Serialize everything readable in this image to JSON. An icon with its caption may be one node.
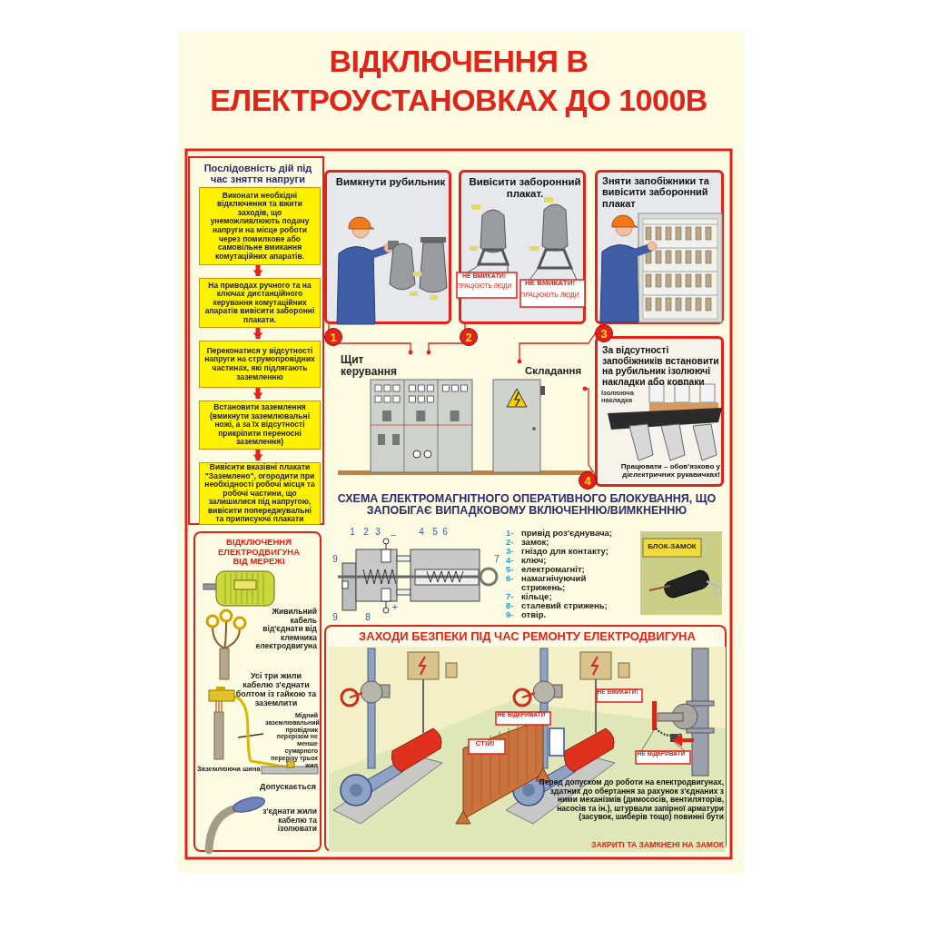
{
  "diagram": {
    "title": "ВІДКЛЮЧЕННЯ В ЕЛЕКТРОУСТАНОВКАХ ДО 1000В",
    "nodes": [
      {
        "text": [
          "Послідовність дій під час зняття напруги"
        ]
      },
      {
        "text": [
          "Виконати необхідні відключення та вжити заходів, що унеможливлюють подачу напруги на місце роботи через помилкове або самовільне вмикання комутаційних апаратів."
        ],
        "in": 0
      },
      {
        "text": [
          "На приводах ручного та на ключах дистанційного керування комутаційних апаратів вивісити заборонні плакати."
        ],
        "in": 0
      },
      {
        "text": [
          "Переконатися у відсутності напруги на струмопровідних частинах, які підлягають заземленню"
        ],
        "in": 0
      },
      {
        "text": [
          "Встановити заземлення (вмикнути заземлювальні ножі, а за їх відсутності прикріпити переносні заземлення)"
        ],
        "in": 0
      },
      {
        "text": [
          "Вивісити вказівні плакати \"Заземлено\", огородити при необхідності робочі місця та робочі частини, що залишилися під напругою, вивісити попереджувальні та приписуючі плакати"
        ],
        "in": 0
      },
      {
        "text": [
          "Вимкнути рубильник"
        ],
        "beside": [
          "1"
        ]
      },
      {
        "text": [
          "Вивісити заборонний плакат."
        ],
        "beside": [
          "2"
        ]
      },
      {
        "text": [
          "Зняти запобіжники та вивісити заборонний плакат"
        ],
        "beside": [
          "3"
        ]
      },
      {
        "text": [
          "За відсутності запобіжників встановити на рубильник ізолюючі накладки або ковпаки",
          "Ізолююча накладка",
          "Працювати – обов'язково у діелектричних рукавичках!"
        ],
        "beside": [
          "4"
        ]
      },
      {
        "text": [
          "Щит керування"
        ]
      },
      {
        "text": [
          "Складання"
        ]
      },
      {
        "text": [
          "ВІДКЛЮЧЕННЯ ЕЛЕКТРОДВИГУНА ВІД МЕРЕЖІ",
          "Живильний кабель від'єднати від клемника електродвигуна",
          "Усі три жили кабелю з'єднати болтом із гайкою та заземлити",
          "Заземлююча шина",
          "Допускається",
          "з'єднати жили кабелю та ізолювати"
        ]
      },
      {
        "text": [
          "Мідний заземлювальний провідник перерізом не менше сумарного перерізу трьох жил"
        ],
        "in": 12
      },
      {
        "text": [],
        "shape": "picture",
        "in": 12
      },
      {
        "text": [
          "ЗАХОДИ БЕЗПЕКИ ПІД ЧАС РЕМОНТУ ЕЛЕКТРОДВИГУНА",
          "Перед допуском до роботи на електродвигунах, здатних до обертання за рахунок з'єднаних з ними механізмів (димососів, вентиляторів, насосів та ін.), штурвали запірної арматури (засувок, шиберів тощо) повинні бути",
          "ЗАКРИТІ ТА ЗАМКНЕНІ НА ЗАМОК"
        ]
      }
    ],
    "edges": [
      {
        "from": 1,
        "to": 2,
        "arrow": "to",
        "style": "thick"
      },
      {
        "from": 2,
        "to": 3,
        "arrow": "to",
        "style": "thick"
      },
      {
        "from": 3,
        "to": 4,
        "arrow": "to",
        "style": "thick"
      },
      {
        "from": 4,
        "to": 5,
        "arrow": "to",
        "style": "thick"
      },
      {
        "from": 6,
        "to": 10,
        "arrow": "other"
      },
      {
        "from": 7,
        "to": 10,
        "arrow": "other"
      },
      {
        "from": 8,
        "to": 11,
        "arrow": "other"
      },
      {
        "from": 9,
        "to": 11,
        "arrow": "other"
      },
      {
        "from": 13,
        "to": 14,
        "arrow": "none",
        "color": "#333333"
      }
    ],
    "labels": [
      "НЕ ВМИКАТИ!",
      "ПРАЦЮЮТЬ ЛЮДИ",
      "НЕ ВМИКАТИ!",
      "ПРАЦЮЮТЬ ЛЮДИ",
      "СХЕМА ЕЛЕКТРОМАГНІТНОГО ОПЕРАТИВНОГО БЛОКУВАННЯ, ЩО ЗАПОБІГАЄ ВИПАДКОВОМУ ВКЛЮЧЕННЮ/ВИМКНЕННЮ",
      "1",
      "2",
      "3",
      "–",
      "4",
      "5",
      "6",
      "9",
      "7",
      "9",
      "8",
      "+",
      "1-",
      "привід роз'єднувача;",
      "2-",
      "замок;",
      "3-",
      "гніздо для контакту;",
      "4-",
      "ключ;",
      "5-",
      "електромагніт;",
      "6-",
      "намагнічуючий стрижень;",
      "7-",
      "кільце;",
      "8-",
      "сталевий стрижень;",
      "9-",
      "отвір.",
      "БЛОК-ЗАМОК",
      "НЕ ВМИКАТИ!",
      "НЕ ВІДКРИВАТИ",
      "СТІЙ!",
      "НЕ ВІДКРИВАТИ"
    ]
  }
}
